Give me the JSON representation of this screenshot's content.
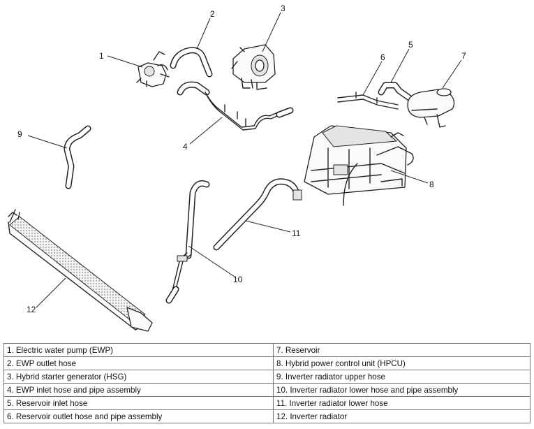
{
  "callouts": [
    "1",
    "2",
    "3",
    "4",
    "5",
    "6",
    "7",
    "8",
    "9",
    "10",
    "11",
    "12"
  ],
  "legend": {
    "left": [
      "1. Electric water pump (EWP)",
      "2. EWP outlet hose",
      "3. Hybrid starter generator (HSG)",
      "4. EWP inlet hose and pipe assembly",
      "5. Reservoir inlet hose",
      "6. Reservoir outlet hose and pipe assembly"
    ],
    "right": [
      "7. Reservoir",
      "8. Hybrid power control unit (HPCU)",
      "9. Inverter radiator upper hose",
      "10. Inverter radiator lower hose and pipe assembly",
      "11. Inverter radiator lower hose",
      "12. Inverter radiator"
    ]
  }
}
